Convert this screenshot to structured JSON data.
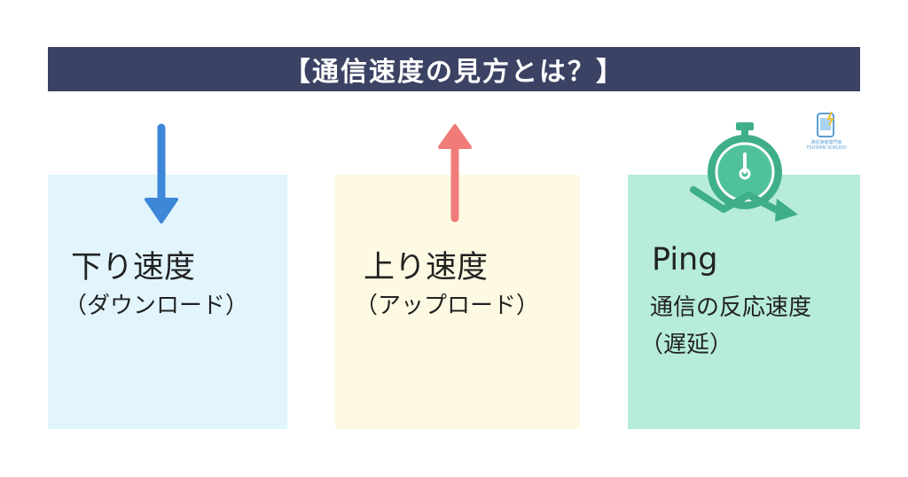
{
  "title": "【通信速度の見方とは？】",
  "download": {
    "label": "下り速度",
    "sub": "（ダウンロード）",
    "color": "#e2f5fd",
    "arrow_color": "#3d86d8",
    "arrow_direction": "down"
  },
  "upload": {
    "label": "上り速度",
    "sub": "（アップロード）",
    "color": "#fdf9e2",
    "arrow_color": "#f07b78",
    "arrow_direction": "up"
  },
  "ping": {
    "label": "Ping",
    "sub": "通信の反応速度",
    "sub2": "（遅延）",
    "color": "#b6ecd9",
    "icon": "stopwatch-icon",
    "icon_color": "#3fae8a"
  },
  "logo": {
    "icon": "phone-logo-icon",
    "caption": "通信速度専門家",
    "caption2": "TSUSHIN SOKUDO"
  }
}
